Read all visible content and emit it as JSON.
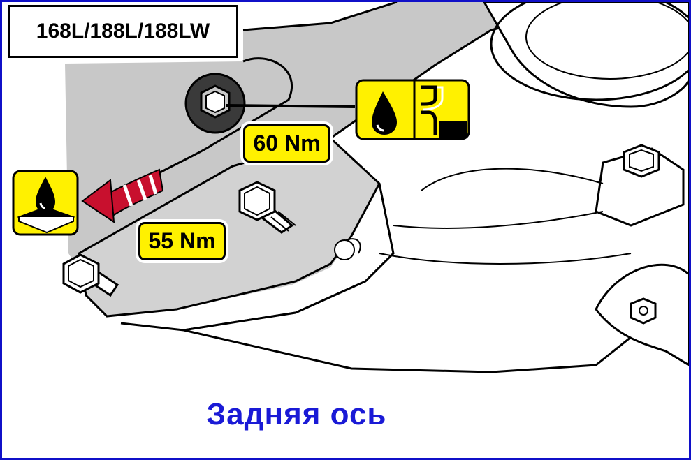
{
  "model_label": "168L/188L/188LW",
  "torque_labels": {
    "drain_plug": "60 Nm",
    "mount_bolts": "55 Nm"
  },
  "caption": "Задняя  ось",
  "icons": {
    "oil_fill": "oil-fill-plug-icon",
    "oil_drain": "oil-drain-icon",
    "direction_arrow": "direction-arrow-icon"
  },
  "colors": {
    "border": "#1010c8",
    "caption": "#1a1ad6",
    "label_fill": "#fff100",
    "housing_shade": "#c8c8c8",
    "arrow": "#c8102e"
  }
}
